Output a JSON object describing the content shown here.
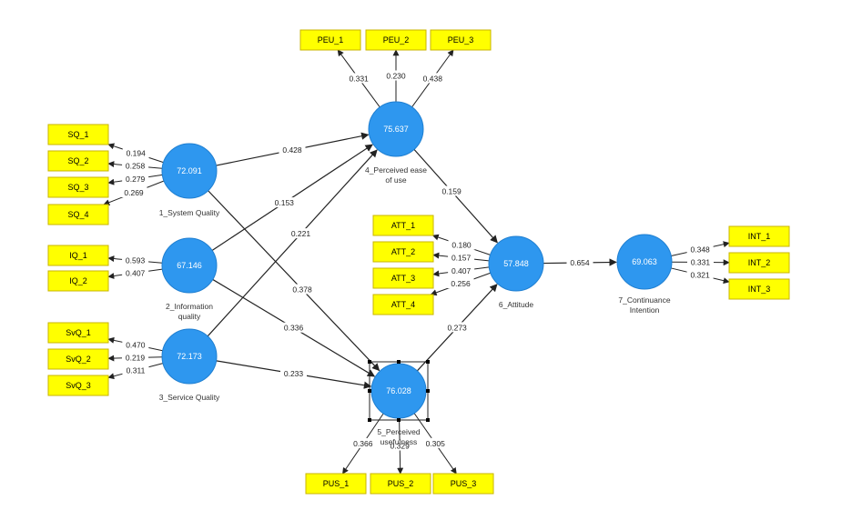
{
  "latent_variables": [
    {
      "id": "SQ",
      "value": "72.091",
      "label_lines": [
        "1_System Quality"
      ]
    },
    {
      "id": "IQ",
      "value": "67.146",
      "label_lines": [
        "2_Information",
        "quality"
      ]
    },
    {
      "id": "SVQ",
      "value": "72.173",
      "label_lines": [
        "3_Service Quality"
      ]
    },
    {
      "id": "PEU",
      "value": "75.637",
      "label_lines": [
        "4_Perceived ease",
        "of use"
      ]
    },
    {
      "id": "PUS",
      "value": "76.028",
      "label_lines": [
        "5_Perceived",
        "usefulness"
      ]
    },
    {
      "id": "ATT",
      "value": "57.848",
      "label_lines": [
        "6_Attitude"
      ]
    },
    {
      "id": "INT",
      "value": "69.063",
      "label_lines": [
        "7_Continuance",
        "Intention"
      ]
    }
  ],
  "indicators": [
    {
      "lv": "SQ",
      "name": "SQ_1",
      "weight": "0.194"
    },
    {
      "lv": "SQ",
      "name": "SQ_2",
      "weight": "0.258"
    },
    {
      "lv": "SQ",
      "name": "SQ_3",
      "weight": "0.279"
    },
    {
      "lv": "SQ",
      "name": "SQ_4",
      "weight": "0.269"
    },
    {
      "lv": "IQ",
      "name": "IQ_1",
      "weight": "0.593"
    },
    {
      "lv": "IQ",
      "name": "IQ_2",
      "weight": "0.407"
    },
    {
      "lv": "SVQ",
      "name": "SvQ_1",
      "weight": "0.470"
    },
    {
      "lv": "SVQ",
      "name": "SvQ_2",
      "weight": "0.219"
    },
    {
      "lv": "SVQ",
      "name": "SvQ_3",
      "weight": "0.311"
    },
    {
      "lv": "PEU",
      "name": "PEU_1",
      "weight": "0.331"
    },
    {
      "lv": "PEU",
      "name": "PEU_2",
      "weight": "0.230"
    },
    {
      "lv": "PEU",
      "name": "PEU_3",
      "weight": "0.438"
    },
    {
      "lv": "ATT",
      "name": "ATT_1",
      "weight": "0.180"
    },
    {
      "lv": "ATT",
      "name": "ATT_2",
      "weight": "0.157"
    },
    {
      "lv": "ATT",
      "name": "ATT_3",
      "weight": "0.407"
    },
    {
      "lv": "ATT",
      "name": "ATT_4",
      "weight": "0.256"
    },
    {
      "lv": "PUS",
      "name": "PUS_1",
      "weight": "0.366"
    },
    {
      "lv": "PUS",
      "name": "PUS_2",
      "weight": "0.329"
    },
    {
      "lv": "PUS",
      "name": "PUS_3",
      "weight": "0.305"
    },
    {
      "lv": "INT",
      "name": "INT_1",
      "weight": "0.348"
    },
    {
      "lv": "INT",
      "name": "INT_2",
      "weight": "0.331"
    },
    {
      "lv": "INT",
      "name": "INT_3",
      "weight": "0.321"
    }
  ],
  "paths": [
    {
      "from": "SQ",
      "to": "PEU",
      "coef": "0.428"
    },
    {
      "from": "IQ",
      "to": "PEU",
      "coef": "0.153"
    },
    {
      "from": "SVQ",
      "to": "PEU",
      "coef": "0.221"
    },
    {
      "from": "SQ",
      "to": "PUS",
      "coef": "0.378"
    },
    {
      "from": "IQ",
      "to": "PUS",
      "coef": "0.336"
    },
    {
      "from": "SVQ",
      "to": "PUS",
      "coef": "0.233"
    },
    {
      "from": "PEU",
      "to": "ATT",
      "coef": "0.159"
    },
    {
      "from": "PUS",
      "to": "ATT",
      "coef": "0.273"
    },
    {
      "from": "ATT",
      "to": "INT",
      "coef": "0.654"
    }
  ],
  "selected": "PUS"
}
